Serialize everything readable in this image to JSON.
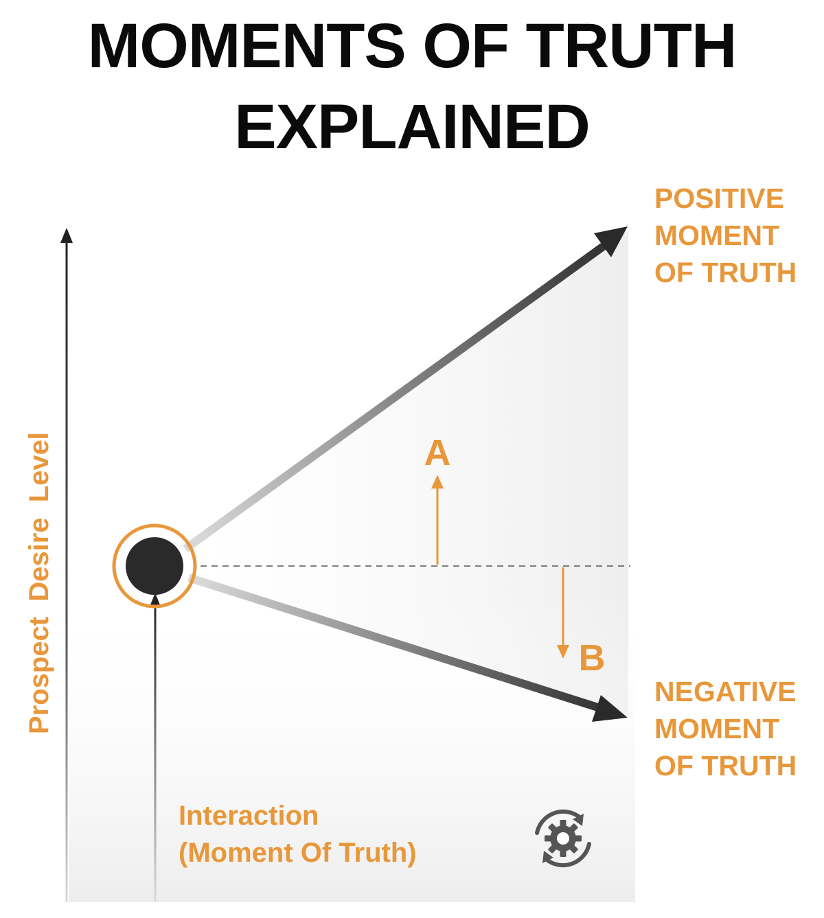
{
  "title": {
    "line1": "MOMENTS OF TRUTH",
    "line2": "EXPLAINED"
  },
  "y_axis_label": "Prospect  Desire  Level",
  "positive_label": [
    "POSITIVE",
    "MOMENT",
    "OF TRUTH"
  ],
  "negative_label": [
    "NEGATIVE",
    "MOMENT",
    "OF TRUTH"
  ],
  "marker_a": "A",
  "marker_b": "B",
  "interaction_label": [
    "Interaction",
    "(Moment Of Truth)"
  ],
  "colors": {
    "accent": "#E8973A",
    "dark": "#2a2a2a",
    "text": "#0a0a0a"
  },
  "icons": [
    "gear-refresh-icon"
  ]
}
